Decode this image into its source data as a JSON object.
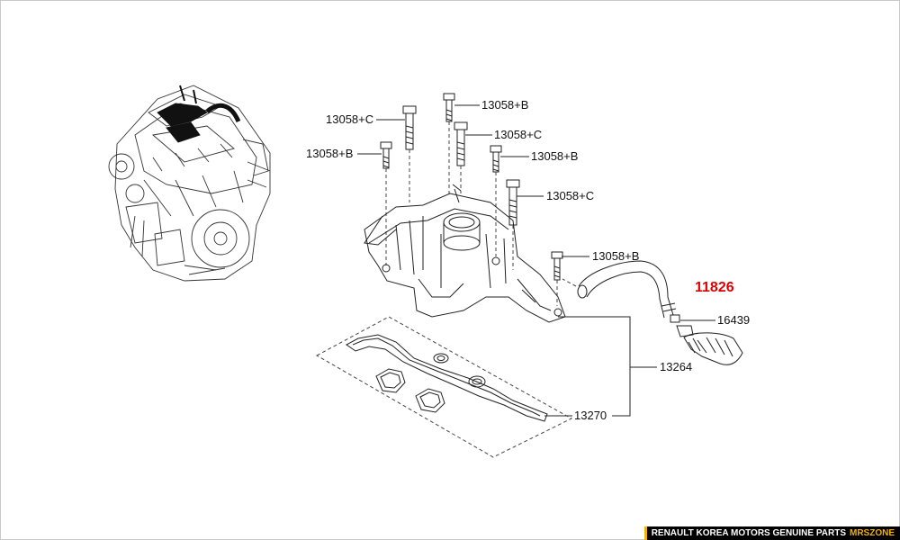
{
  "labels": {
    "bolt_c_top": "13058+C",
    "bolt_b_top": "13058+B",
    "bolt_c_mid": "13058+C",
    "bolt_b_left": "13058+B",
    "bolt_b_right": "13058+B",
    "bolt_c_right": "13058+C",
    "bolt_b_lower": "13058+B",
    "hose": "11826",
    "clamp": "16439",
    "cover": "13264",
    "gasket": "13270"
  },
  "branding": {
    "main": "RENAULT KOREA MOTORS GENUINE PARTS",
    "accent": "MRSZONE"
  },
  "colors": {
    "highlight": "#e00000",
    "line": "#222222",
    "brand_bg": "#000000",
    "brand_accent": "#f0b400"
  }
}
